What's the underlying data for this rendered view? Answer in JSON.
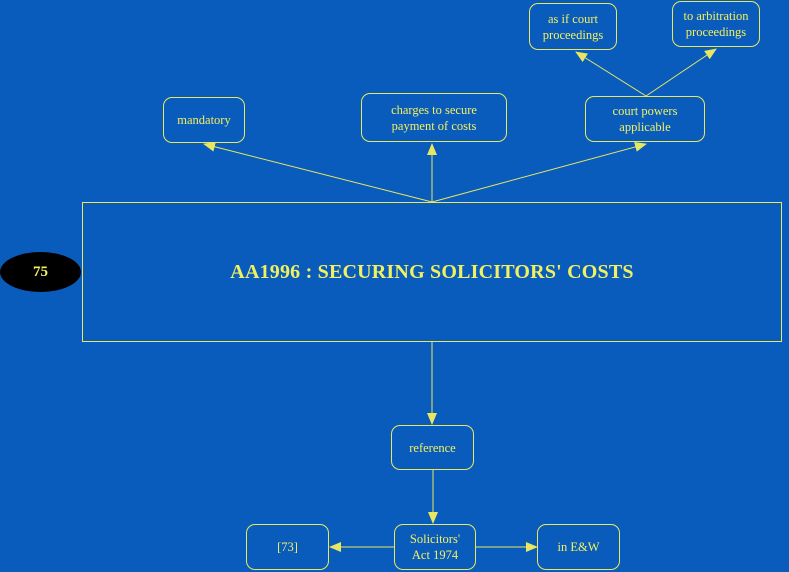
{
  "diagram": {
    "badge_number": "75",
    "title": "AA1996 : SECURING SOLICITORS' COSTS",
    "nodes": {
      "mandatory": "mandatory",
      "charges": "charges to secure\npayment of costs",
      "court_powers": "court powers\napplicable",
      "as_if_court": "as if court\nproceedings",
      "to_arbitration": "to arbitration\nproceedings",
      "reference": "reference",
      "solicitors_act": "Solicitors'\nAct 1974",
      "ref_73": "[73]",
      "in_ew": "in E&W"
    }
  },
  "colors": {
    "background": "#0a5cbc",
    "line": "#e8e860",
    "text": "#f0f060",
    "badge": "#000000"
  }
}
